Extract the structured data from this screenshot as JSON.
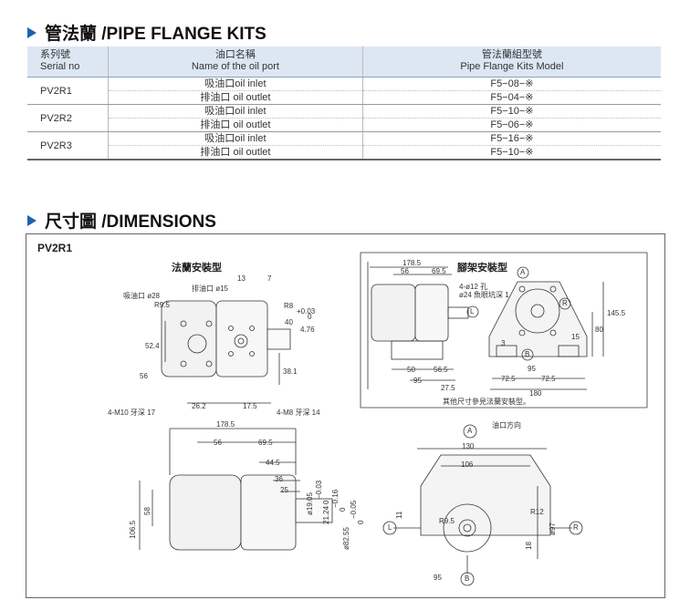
{
  "flange_section": {
    "title": "管法蘭 /PIPE FLANGE KITS"
  },
  "table": {
    "headers": [
      {
        "zh": "系列號",
        "en": "Serial no"
      },
      {
        "zh": "油口名稱",
        "en": "Name of the oil port"
      },
      {
        "zh": "管法蘭組型號",
        "en": "Pipe Flange Kits Model"
      }
    ],
    "rows": [
      {
        "serial": "PV2R1",
        "inlet": "吸油口oil inlet",
        "inlet_model": "F5−08−※",
        "outlet": "排油口 oil outlet",
        "outlet_model": "F5−04−※"
      },
      {
        "serial": "PV2R2",
        "inlet": "吸油口oil inlet",
        "inlet_model": "F5−10−※",
        "outlet": "排油口 oil outlet",
        "outlet_model": "F5−06−※"
      },
      {
        "serial": "PV2R3",
        "inlet": "吸油口oil inlet",
        "inlet_model": "F5−16−※",
        "outlet": "排油口 oil outlet",
        "outlet_model": "F5−10−※"
      }
    ]
  },
  "dimensions_section": {
    "title": "尺寸圖 /DIMENSIONS",
    "model": "PV2R1"
  },
  "drawings": {
    "flange_mount": {
      "title": "法蘭安裝型",
      "labels": [
        "13",
        "7",
        "排油口 ø15",
        "吸油口 ø28",
        "R9.5",
        "R8",
        "40",
        "+0.03",
        "0",
        "4.76",
        "52.4",
        "56",
        "38.1",
        "26.2",
        "17.5",
        "4-M10 牙深 17",
        "4-M8 牙深 14"
      ]
    },
    "foot_mount": {
      "title": "腳架安裝型",
      "labels": [
        "178.5",
        "56",
        "69.5",
        "4-ø12 孔",
        "ø24 魚眼坑深 1",
        "A",
        "R",
        "L",
        "B",
        "145.5",
        "80",
        "15",
        "3",
        "50",
        "56.5",
        "95",
        "27.5",
        "72.5",
        "72.5",
        "95",
        "180"
      ],
      "note": "其他尺寸參見法蘭安裝型。"
    },
    "main_side": {
      "labels": [
        "178.5",
        "56",
        "69.5",
        "44.5",
        "36",
        "25",
        "ø19.05",
        "−0.03",
        "0",
        "21.24",
        "−0.16",
        "0",
        "ø82.55",
        "−0.05",
        "0",
        "106.5",
        "58"
      ]
    },
    "main_front": {
      "labels": [
        "A",
        "油口方向",
        "130",
        "106",
        "L",
        "R",
        "B",
        "11",
        "R9.5",
        "R12",
        "ø97",
        "18",
        "95"
      ]
    }
  }
}
